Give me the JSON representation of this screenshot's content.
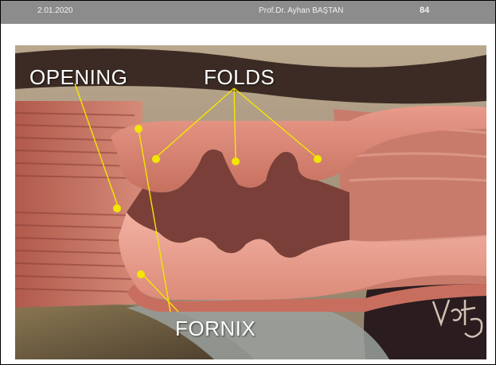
{
  "header": {
    "date": "2.01.2020",
    "author": "Prof.Dr. Ayhan BAŞTAN",
    "page_number": "84"
  },
  "labels": {
    "opening": "OPENING",
    "folds": "FOLDS",
    "fornix": "FORNIX"
  },
  "signature": "Vojt",
  "colors": {
    "header_bg": "#8c8c8c",
    "tissue": "#e0897a",
    "marker": "#f3e600",
    "background_dark": "#3a2a24"
  }
}
